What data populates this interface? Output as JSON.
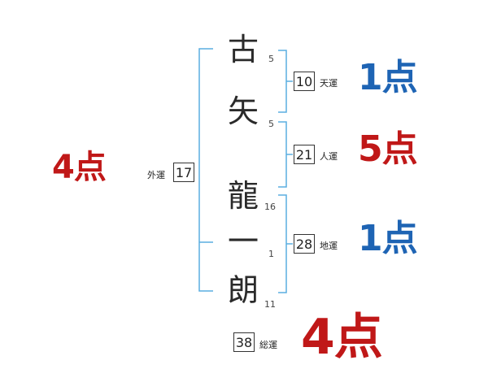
{
  "name_chars": [
    {
      "char": "古",
      "strokes": "5"
    },
    {
      "char": "矢",
      "strokes": "5"
    },
    {
      "char": "龍",
      "strokes": "16"
    },
    {
      "char": "一",
      "strokes": "1"
    },
    {
      "char": "朗",
      "strokes": "11"
    }
  ],
  "fortunes": {
    "tenkaku": {
      "value": "10",
      "label": "天運",
      "score": "1点"
    },
    "jinkaku": {
      "value": "21",
      "label": "人運",
      "score": "5点"
    },
    "chikaku": {
      "value": "28",
      "label": "地運",
      "score": "1点"
    },
    "gaikaku": {
      "value": "17",
      "label": "外運",
      "score": "4点"
    },
    "soukaku": {
      "value": "38",
      "label": "総運",
      "score": "4点"
    }
  },
  "colors": {
    "bracket": "#5aaee0",
    "score_low": "#1e64b4",
    "score_high": "#c01818"
  }
}
